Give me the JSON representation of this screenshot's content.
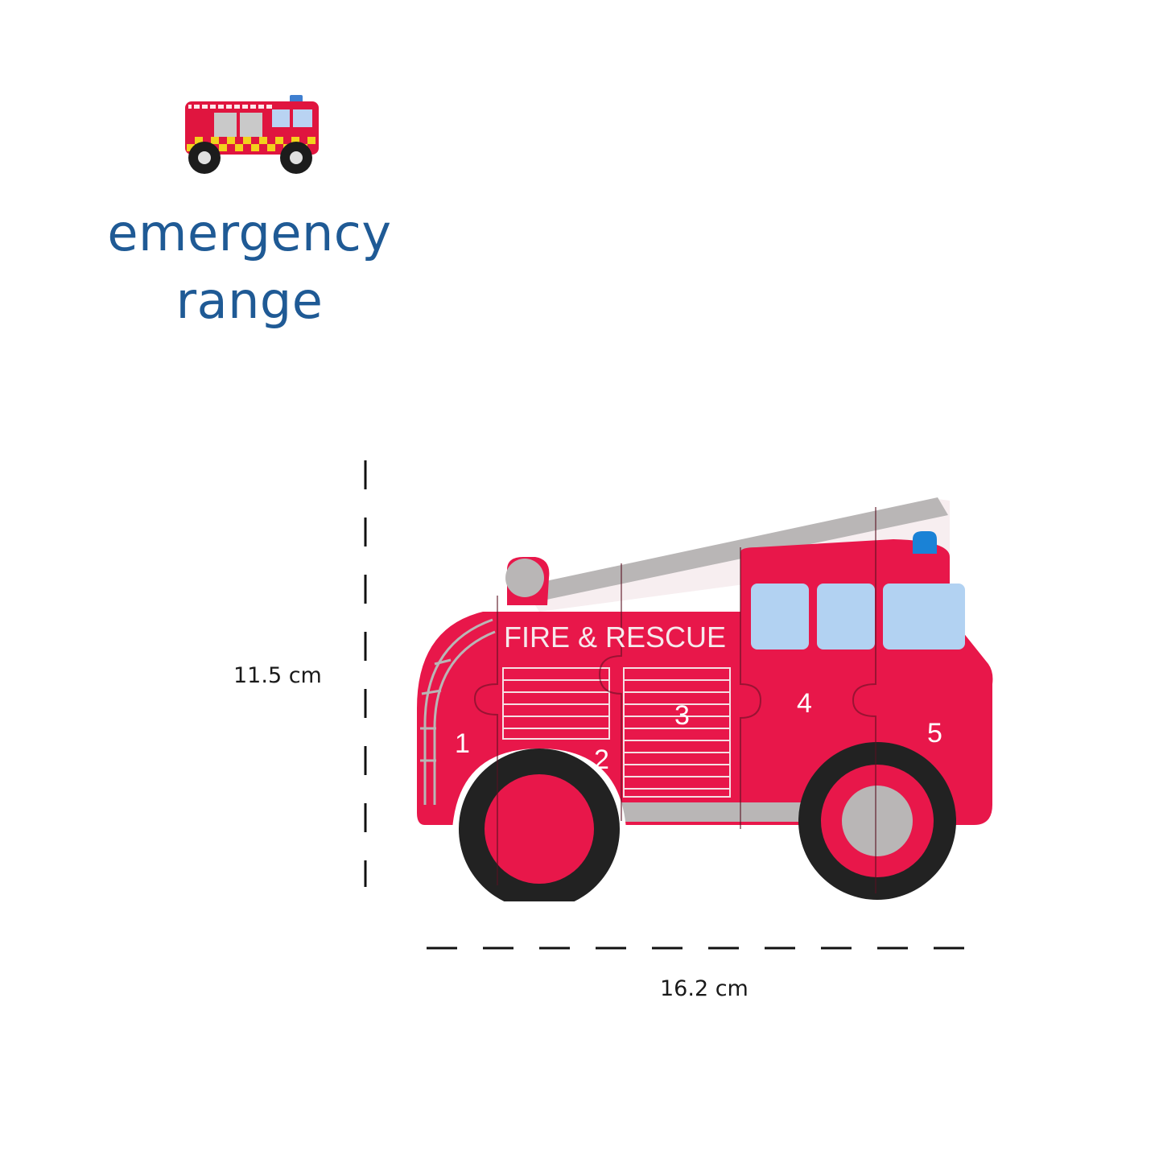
{
  "brand": {
    "title_line1": "emergency",
    "title_line2": "range",
    "title_color": "#1f5a95"
  },
  "logo": {
    "icon": "fire-engine-icon"
  },
  "product": {
    "icon": "fire-engine-puzzle",
    "vehicle_text": "FIRE & RESCUE",
    "piece_numbers": [
      "1",
      "2",
      "3",
      "4",
      "5"
    ],
    "body_color": "#e8174a",
    "window_color": "#b2d2f2",
    "ladder_color": "#b9b6b6",
    "tyre_color": "#1c1c1c",
    "light_color": "#1a82d6"
  },
  "dimensions": {
    "height_label": "11.5 cm",
    "width_label": "16.2 cm"
  }
}
